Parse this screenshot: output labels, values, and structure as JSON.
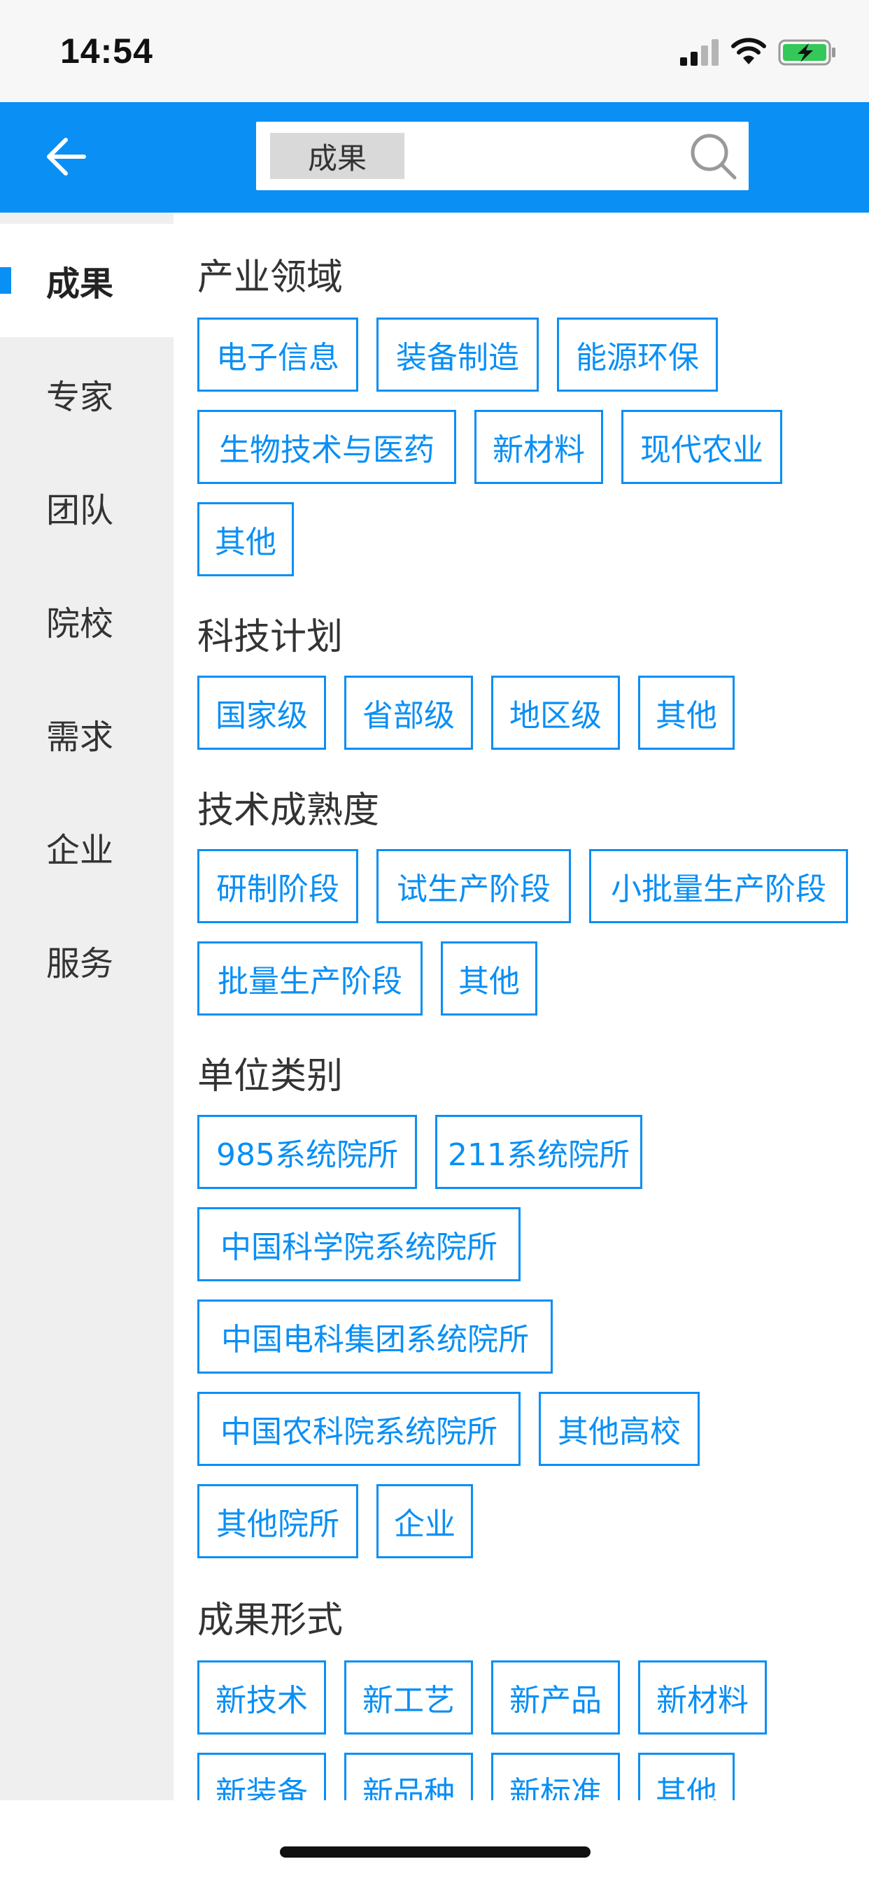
{
  "status_bar": {
    "time": "14:54",
    "battery_color": "#34c759"
  },
  "header": {
    "search_chip": "成果",
    "accent": "#0a8ff5"
  },
  "sidebar": {
    "items": [
      {
        "label": "成果",
        "active": true
      },
      {
        "label": "专家"
      },
      {
        "label": "团队"
      },
      {
        "label": "院校"
      },
      {
        "label": "需求"
      },
      {
        "label": "企业"
      },
      {
        "label": "服务"
      }
    ]
  },
  "sections": [
    {
      "title": "产业领域",
      "tags": [
        "电子信息",
        "装备制造",
        "能源环保",
        "生物技术与医药",
        "新材料",
        "现代农业",
        "其他"
      ]
    },
    {
      "title": "科技计划",
      "tags": [
        "国家级",
        "省部级",
        "地区级",
        "其他"
      ]
    },
    {
      "title": "技术成熟度",
      "tags": [
        "研制阶段",
        "试生产阶段",
        "小批量生产阶段",
        "批量生产阶段",
        "其他"
      ]
    },
    {
      "title": "单位类别",
      "tags": [
        "985系统院所",
        "211系统院所",
        "中国科学院系统院所",
        "中国电科集团系统院所",
        "中国农科院系统院所",
        "其他高校",
        "其他院所",
        "企业"
      ]
    },
    {
      "title": "成果形式",
      "tags": [
        "新技术",
        "新工艺",
        "新产品",
        "新材料",
        "新装备",
        "新品种",
        "新标准",
        "其他"
      ]
    }
  ]
}
